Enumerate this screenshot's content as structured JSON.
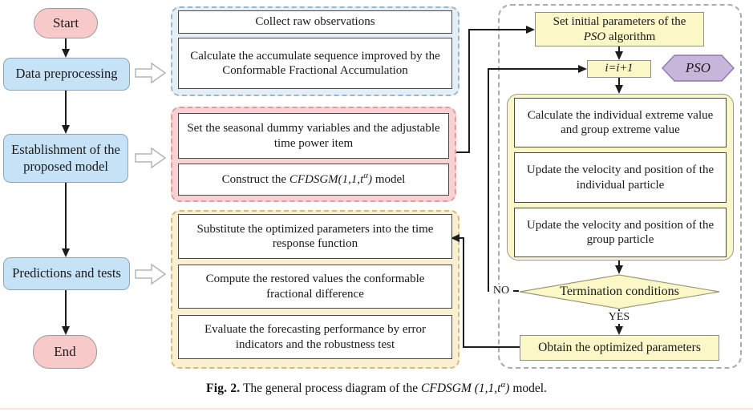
{
  "palette": {
    "pink_node": "#f7c9c9",
    "blue_node": "#c6e2f7",
    "blue_group": "#e4eef7",
    "pink_group": "#f8d2d2",
    "yellow_group": "#faf0d1",
    "yellow_node": "#fbf7c7",
    "purple_hexagon": "#c8b6da",
    "line_color": "#1c1c1c"
  },
  "left": {
    "start": "Start",
    "preprocessing": "Data preprocessing",
    "establishment": "Establishment of the proposed model",
    "predictions": "Predictions and tests",
    "end": "End"
  },
  "collect_group": {
    "box1": "Collect raw observations",
    "box2": "Calculate the accumulate sequence improved by the Conformable Fractional Accumulation"
  },
  "model_group": {
    "box1": "Set the seasonal dummy variables and the adjustable time power item",
    "construct_prefix": "Construct the ",
    "construct_math": "CFDSGM(1,1,t",
    "construct_sup": "α",
    "construct_close": ")",
    "construct_suffix": " model"
  },
  "predict_group": {
    "box1": "Substitute the optimized parameters into the time response function",
    "box2": "Compute the restored values the conformable fractional difference",
    "box3": "Evaluate the forecasting performance by error indicators and the robustness test"
  },
  "pso": {
    "init_prefix": "Set initial parameters of the ",
    "init_italic": "PSO",
    "init_suffix": " algorithm",
    "counter": "i=i+1",
    "hexagon_label": "PSO",
    "loop1": "Calculate the individual extreme value and group extreme value",
    "loop2": "Update the velocity and position of the individual particle",
    "loop3": "Update the velocity and position of the group particle",
    "decision": "Termination conditions",
    "no_label": "NO",
    "yes_label": "YES",
    "obtain": "Obtain the optimized parameters"
  },
  "caption": {
    "fig": "Fig. 2.",
    "text1": "  The general process diagram of the ",
    "italic_math": "CFDSGM (1,1,t",
    "sup": "α",
    "italic_close": ")",
    "text2": " model."
  }
}
